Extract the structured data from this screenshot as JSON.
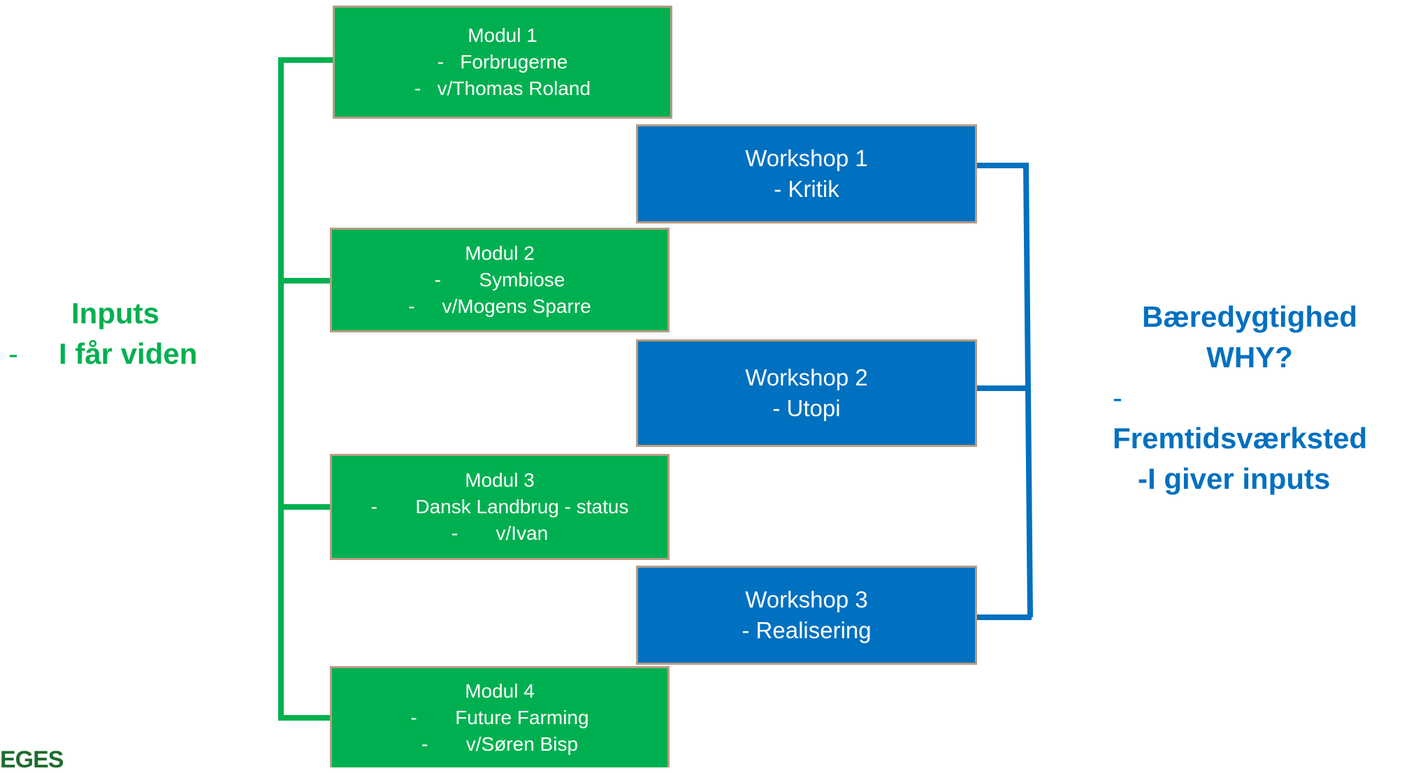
{
  "colors": {
    "green": "#00b050",
    "blue": "#0070c0",
    "border": "#b79c83"
  },
  "modules": [
    {
      "title": "Modul 1",
      "items": [
        "Forbrugerne",
        "v/Thomas Roland"
      ]
    },
    {
      "title": "Modul 2",
      "items": [
        "Symbiose",
        "v/Mogens Sparre"
      ]
    },
    {
      "title": "Modul 3",
      "items": [
        "Dansk Landbrug - status",
        "v/Ivan"
      ]
    },
    {
      "title": "Modul 4",
      "items": [
        "Future Farming",
        "v/Søren Bisp"
      ]
    }
  ],
  "workshops": [
    {
      "title": "Workshop 1",
      "subtitle": "- Kritik"
    },
    {
      "title": "Workshop 2",
      "subtitle": "- Utopi"
    },
    {
      "title": "Workshop 3",
      "subtitle": "- Realisering"
    }
  ],
  "left_label": {
    "title": "Inputs",
    "line": "I får viden"
  },
  "right_label": {
    "title": "Bæredygtighed",
    "line2": "WHY?",
    "item1": "Fremtidsværksted",
    "item2": "I giver inputs"
  },
  "logo_fragment": "EGES"
}
